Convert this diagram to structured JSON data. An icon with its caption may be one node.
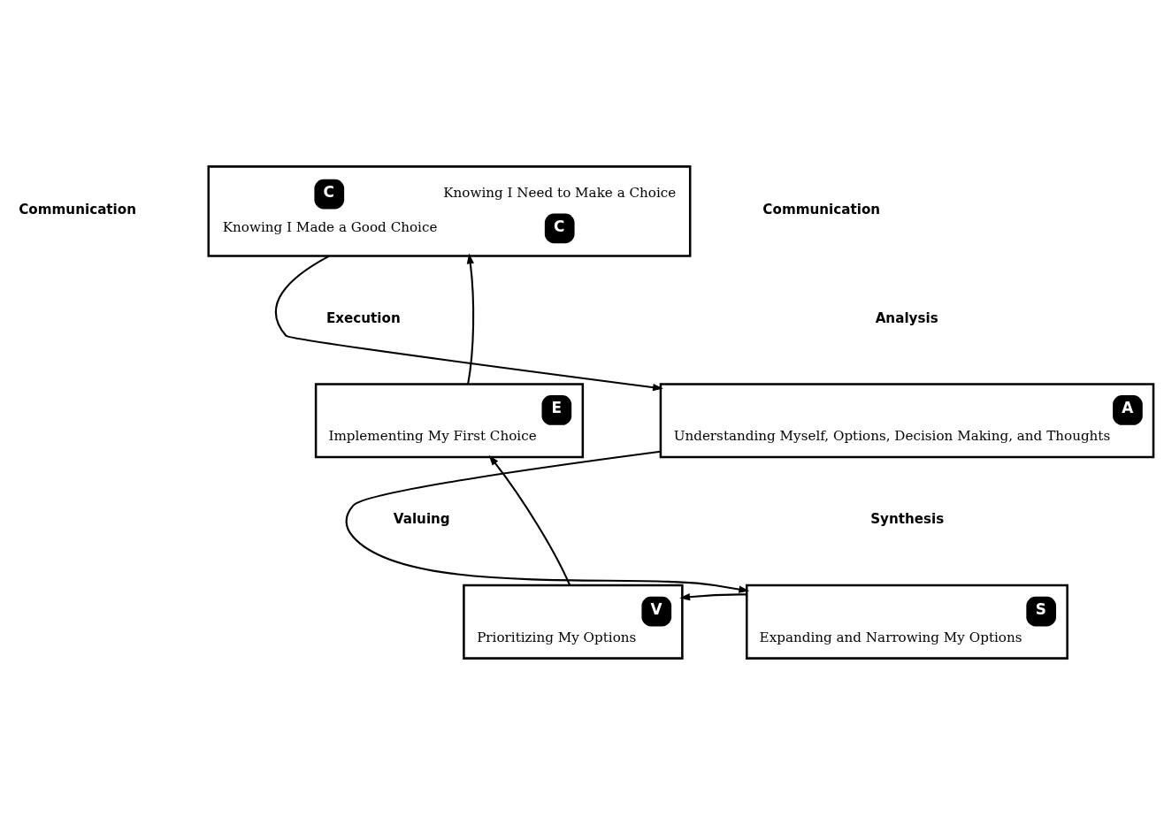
{
  "diagram": {
    "nodes": [
      {
        "text": [
          "Knowing I Need to Make a Choice",
          "C",
          "C",
          "Knowing I Made a Good Choice"
        ]
      },
      {
        "text": [
          "A",
          "Understanding Myself, Options, Decision Making, and Thoughts"
        ]
      },
      {
        "text": [
          "S",
          "Expanding and Narrowing My Options"
        ]
      },
      {
        "text": [
          "V",
          "Prioritizing My Options"
        ]
      },
      {
        "text": [
          "E",
          "Implementing My First Choice"
        ]
      }
    ],
    "edges": [
      {
        "from": 0,
        "to": 1,
        "arrow": "to"
      },
      {
        "from": 1,
        "to": 2,
        "arrow": "to"
      },
      {
        "from": 2,
        "to": 3,
        "arrow": "to"
      },
      {
        "from": 3,
        "to": 4,
        "arrow": "to"
      },
      {
        "from": 4,
        "to": 0,
        "arrow": "to"
      }
    ],
    "labels": [
      "Communication",
      "Communication",
      "Execution",
      "Analysis",
      "Valuing",
      "Synthesis"
    ]
  }
}
